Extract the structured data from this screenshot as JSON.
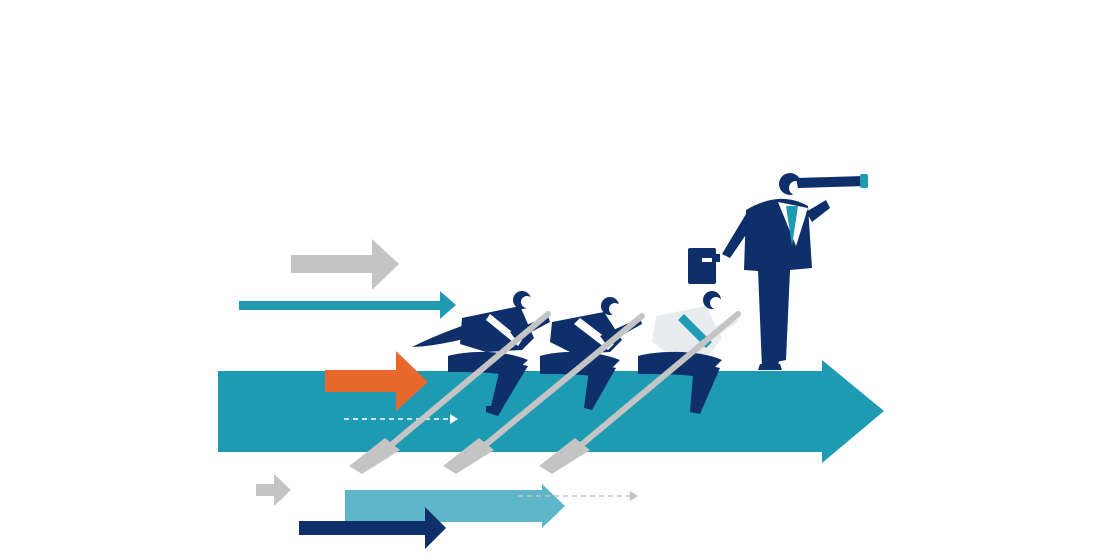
{
  "scene": {
    "subject": "rowing-team-on-arrow-with-leader-using-telescope",
    "colors": {
      "navy": "#0f2f6b",
      "teal": "#1f9ab3",
      "light_teal": "#5db7c9",
      "orange": "#e8682c",
      "gray": "#c4c4c4",
      "white": "#ffffff"
    },
    "icons": [
      "main-arrow",
      "motion-arrow",
      "rower",
      "oar",
      "leader",
      "telescope",
      "briefcase"
    ]
  }
}
